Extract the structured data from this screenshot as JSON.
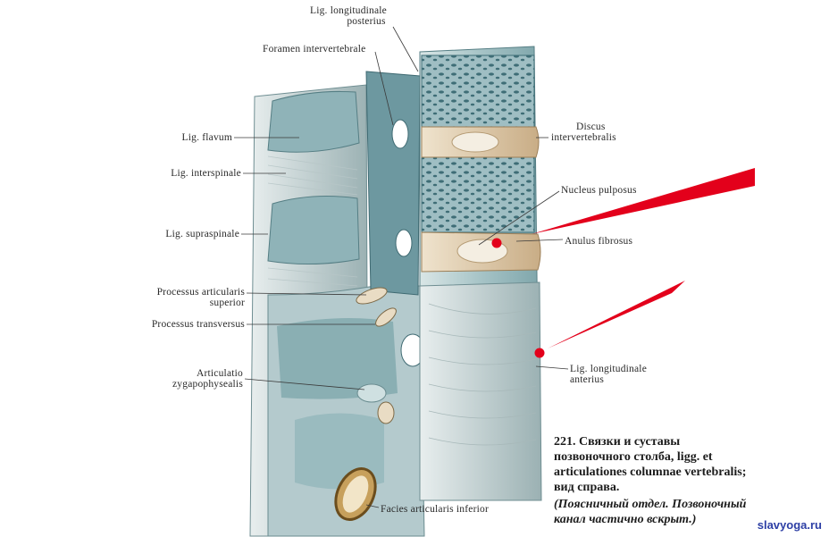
{
  "figure": {
    "labels": {
      "lig_longitudinale_posterius_1": "Lig. longitudinale",
      "lig_longitudinale_posterius_2": "posterius",
      "foramen_intervertebrale": "Foramen intervertebrale",
      "lig_flavum": "Lig. flavum",
      "lig_interspinale": "Lig. interspinale",
      "lig_supraspinale": "Lig. supraspinale",
      "processus_articularis_1": "Processus articularis",
      "processus_articularis_2": "superior",
      "processus_transversus": "Processus transversus",
      "articulatio_1": "Articulatio",
      "articulatio_2": "zygapophysealis",
      "facies_articularis_inferior": "Facies articularis inferior",
      "discus_1": "Discus",
      "discus_2": "intervertebralis",
      "nucleus_pulposus": "Nucleus pulposus",
      "anulus_fibrosus": "Anulus fibrosus",
      "lig_longitudinale_anterius_1": "Lig. longitudinale",
      "lig_longitudinale_anterius_2": "anterius"
    },
    "caption": {
      "line1": "221. Связки и суставы",
      "line2": "позвоночного столба, ligg. et",
      "line3": "articulationes columnae vertebralis;",
      "line4": "вид справа.",
      "line5": "(Поясничный отдел. Позвоночный",
      "line6": "канал частично вскрыт.)"
    },
    "watermark": "slavyoga.ru"
  },
  "colors": {
    "bone": "#a9c7cb",
    "bone_dark": "#5f8f96",
    "disc": "#d8c3a3",
    "ligament": "#c9d6d6",
    "marker_red": "#e3001b"
  }
}
